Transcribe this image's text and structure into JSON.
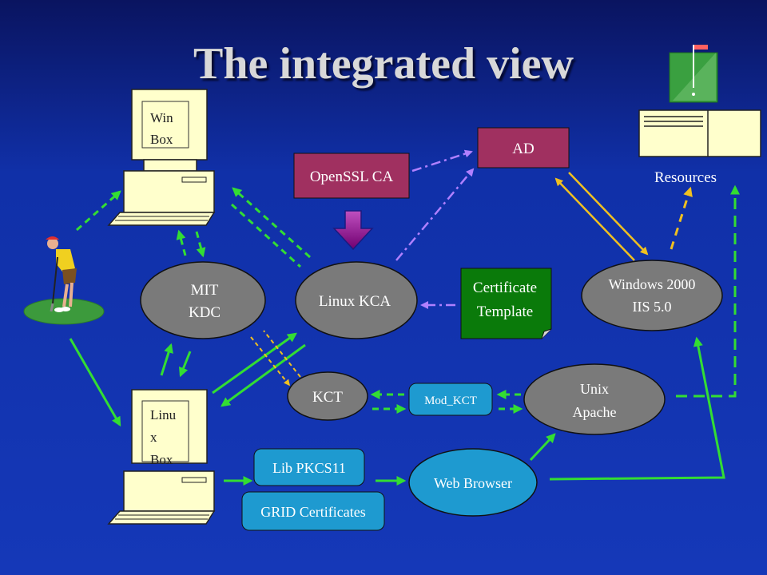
{
  "slide": {
    "title": "The integrated view"
  },
  "computers": {
    "win_box": "Win Box",
    "linux_box_lines": [
      "Linu",
      "x",
      "Box"
    ]
  },
  "nodes": {
    "mit_kdc": [
      "MIT",
      "KDC"
    ],
    "linux_kca": "Linux KCA",
    "openssl_ca": "OpenSSL CA",
    "ad": "AD",
    "certificate_template": [
      "Certificate",
      "Template"
    ],
    "windows_iis": [
      "Windows 2000",
      "IIS 5.0"
    ],
    "unix_apache": [
      "Unix",
      "Apache"
    ],
    "kct": "KCT",
    "mod_kct": "Mod_KCT",
    "lib_pkcs11": "Lib PKCS11",
    "grid_certificates": "GRID Certificates",
    "web_browser": "Web Browser",
    "resources": "Resources"
  },
  "colors": {
    "solid_arrow": "#33dd33",
    "dashed_green": "#33dd33",
    "ad_color": "#a03060",
    "template_color": "#0a7a0a",
    "gray_node": "#7a7a7a",
    "blue_node": "#1e9ad0",
    "dash_orange": "#f0c020",
    "dash_violet": "#b080ff"
  }
}
